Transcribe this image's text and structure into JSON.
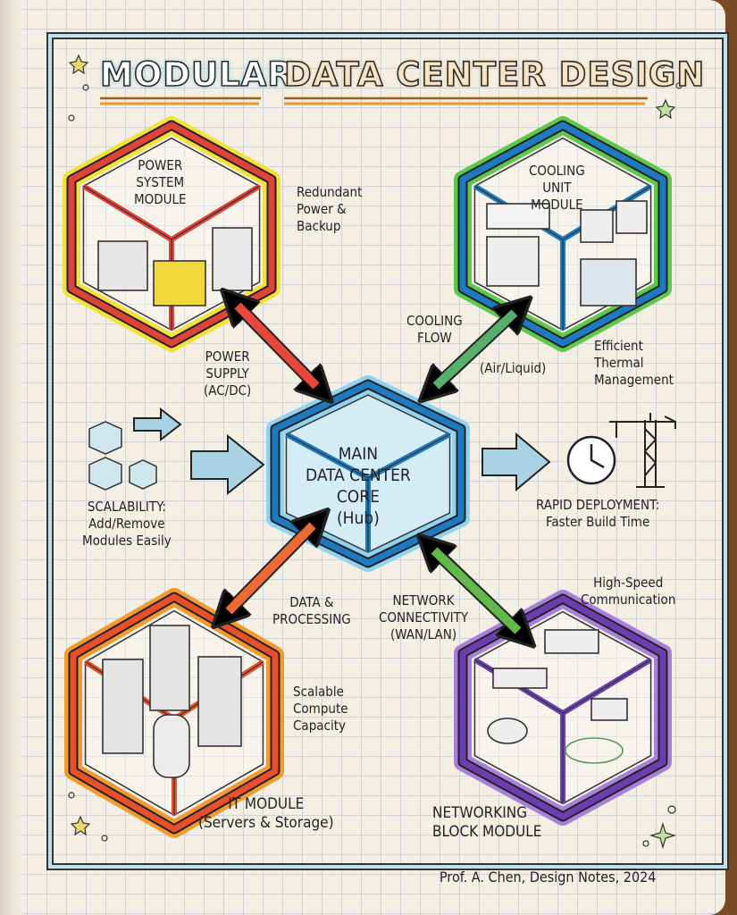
{
  "title": {
    "part1": "MODULAR",
    "part2": "DATA CENTER DESIGN"
  },
  "modules": {
    "power": {
      "label": [
        "POWER",
        "SYSTEM",
        "MODULE"
      ],
      "note": [
        "Redundant",
        "Power &",
        "Backup"
      ],
      "color": "#e0433a",
      "glow": "#f3e13a"
    },
    "cooling": {
      "label": [
        "COOLING",
        "UNIT",
        "MODULE"
      ],
      "note": [
        "Efficient",
        "Thermal",
        "Management"
      ],
      "color": "#1e7ac0",
      "glow": "#5cc94a"
    },
    "core": {
      "label": [
        "MAIN",
        "DATA CENTER",
        "CORE",
        "(Hub)"
      ],
      "color": "#1e7ac0",
      "glow": "#8fd3f0"
    },
    "it": {
      "label": [
        "IT MODULE",
        "(Servers & Storage)"
      ],
      "note": [
        "Scalable",
        "Compute",
        "Capacity"
      ],
      "color": "#e8502c",
      "glow": "#f29a2e"
    },
    "network": {
      "label": [
        "NETWORKING",
        "BLOCK MODULE"
      ],
      "note": [
        "High-Speed",
        "Communication"
      ],
      "color": "#6b3fb0",
      "glow": "#a97fdc"
    }
  },
  "connections": {
    "power": [
      "POWER",
      "SUPPLY",
      "(AC/DC)"
    ],
    "cooling": [
      "COOLING",
      "FLOW"
    ],
    "cooling_sub": "(Air/Liquid)",
    "it": [
      "DATA &",
      "PROCESSING"
    ],
    "network": [
      "NETWORK",
      "CONNECTIVITY",
      "(WAN/LAN)"
    ]
  },
  "side_notes": {
    "scalability": [
      "SCALABILITY:",
      "Add/Remove",
      "Modules Easily"
    ],
    "deployment": [
      "RAPID DEPLOYMENT:",
      "Faster Build Time"
    ]
  },
  "signature": "Prof. A. Chen, Design Notes, 2024"
}
